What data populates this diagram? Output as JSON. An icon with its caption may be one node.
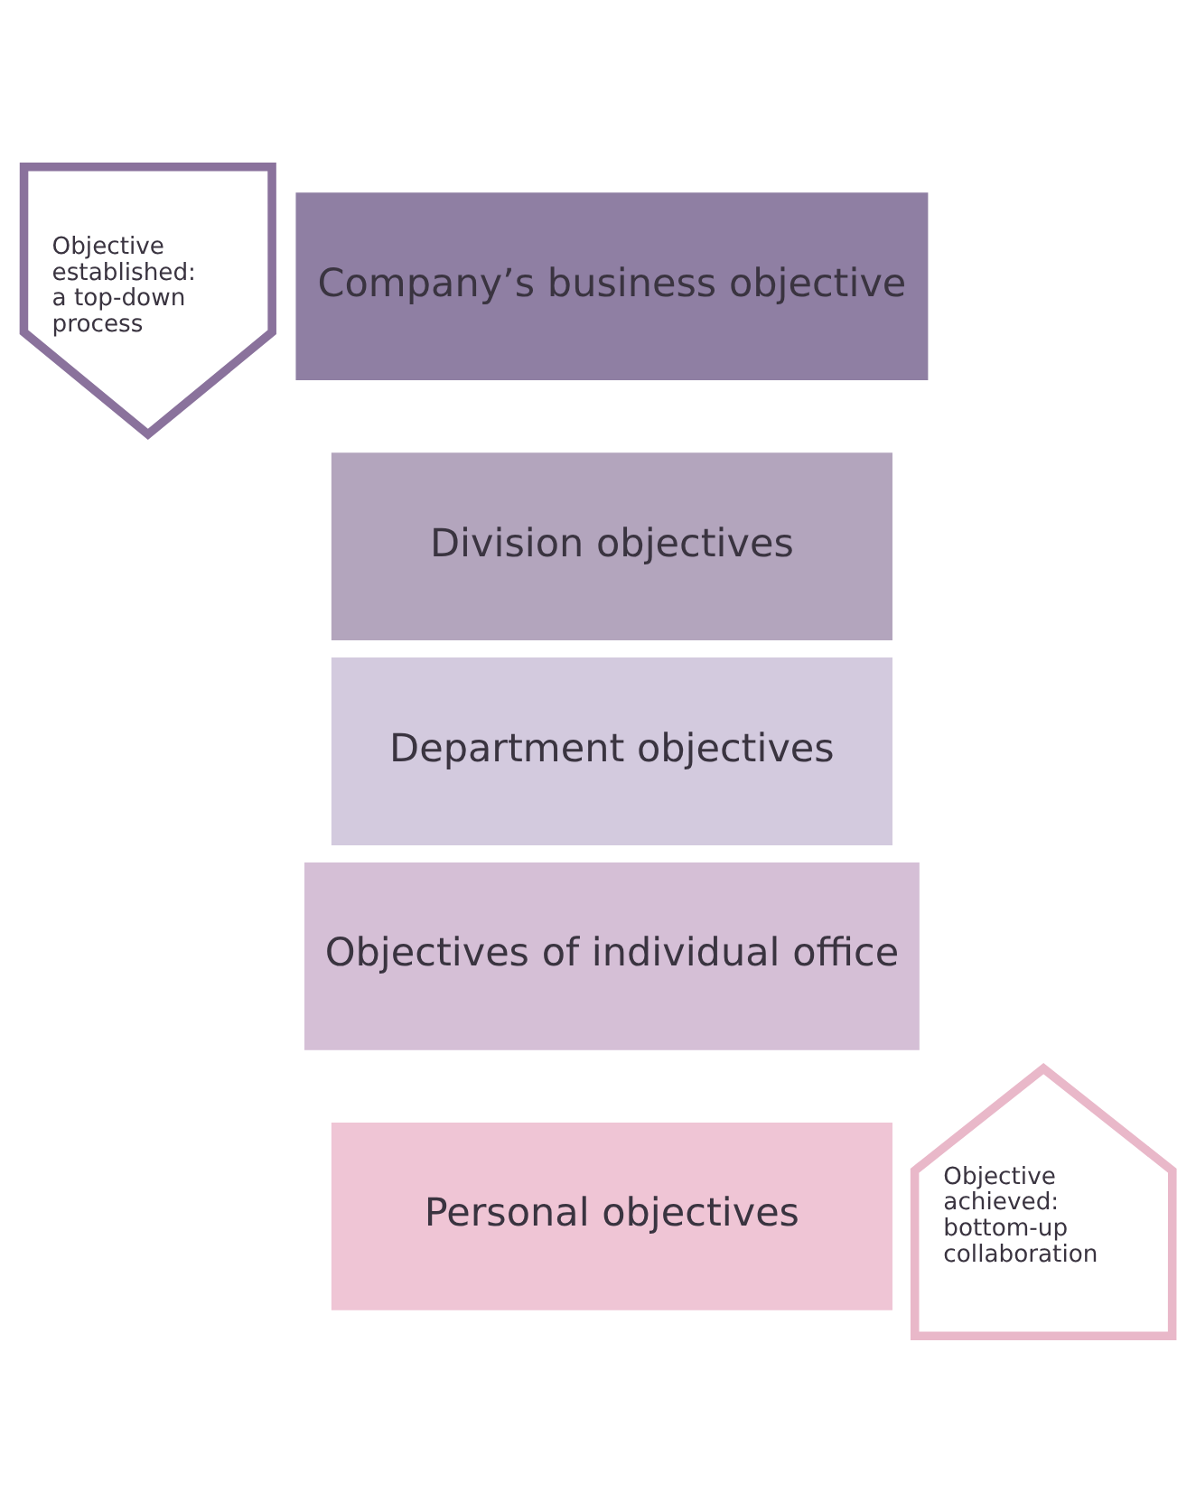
{
  "diagram": {
    "nodes": [
      {
        "text": [
          "Objective established: a top-down process"
        ]
      },
      {
        "text": [
          "Company’s business objective"
        ]
      },
      {
        "text": [
          "Division objectives"
        ]
      },
      {
        "text": [
          "Department objectives"
        ]
      },
      {
        "text": [
          "Objectives of individual office"
        ]
      },
      {
        "text": [
          "Personal objectives"
        ]
      },
      {
        "text": [
          "Objective achieved: bottom-up collaboration"
        ]
      }
    ],
    "edges": []
  }
}
